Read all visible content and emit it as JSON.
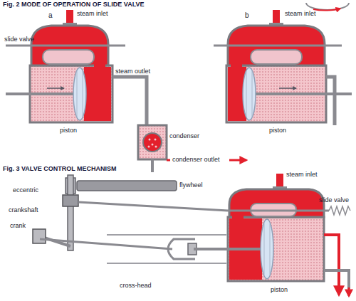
{
  "diagram": {
    "labels": [
      "Fig. 2 MODE OF OPERATION OF SLIDE VALVE",
      "a",
      "steam inlet",
      "b",
      "steam inlet",
      "slide valve",
      "steam outlet",
      "piston",
      "piston",
      "condenser",
      "condenser outlet",
      "Fig. 3 VALVE CONTROL MECHANISM",
      "steam inlet",
      "eccentric",
      "flywheel",
      "slide valve",
      "crankshaft",
      "crank",
      "cross-head",
      "piston"
    ]
  }
}
